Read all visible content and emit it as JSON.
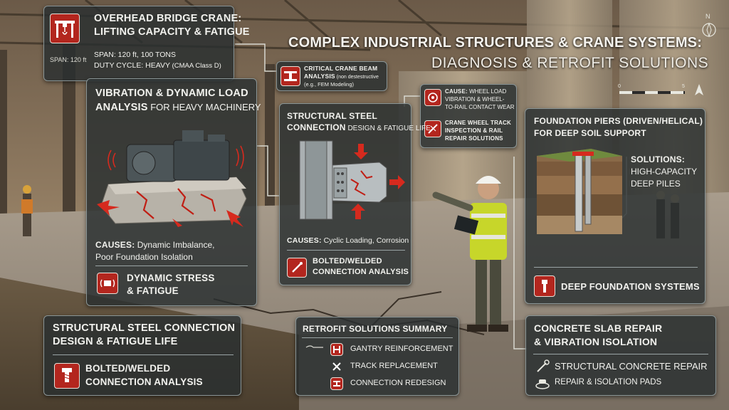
{
  "title": {
    "line1": "COMPLEX INDUSTRIAL STRUCTURES & CRANE SYSTEMS:",
    "line2": "DIAGNOSIS & RETROFIT SOLUTIONS"
  },
  "compass": {
    "north": "N"
  },
  "scale_bar": {
    "start": "0",
    "end": "5"
  },
  "crane_panel": {
    "title_line1": "OVERHEAD BRIDGE CRANE:",
    "title_line2": "LIFTING CAPACITY & FATIGUE",
    "span_label": "SPAN: 120 ft",
    "spec_line1": "SPAN: 120 ft, 100 TONS",
    "spec_line2_bold": "DUTY CYCLE: HEAVY",
    "spec_line2_rest": " (CMAA Class D)"
  },
  "crane_beam_panel": {
    "title_line1": "CRITICAL CRANE BEAM",
    "title_line2": "ANALYSIS",
    "note1": " (non destestructive",
    "note2": "(e.g., FEM Modeling)"
  },
  "wheel_panel": {
    "cause_label": "CAUSE:",
    "cause_text1": " WHEEL LOAD",
    "cause_text2": "VIBRATION & WHEEL-",
    "cause_text3": "TO-RAIL CONTACT WEAR",
    "solution_line1": "CRANE WHEEL TRACK",
    "solution_line2": "INSPECTION & RAIL",
    "solution_line3": "REPAIR SOLUTIONS"
  },
  "vibration_panel": {
    "title_line1": "VIBRATION & DYNAMIC LOAD",
    "title_line2_bold": "ANALYSIS",
    "title_line2_rest": " FOR HEAVY MACHINERY",
    "causes_label": "CAUSES:",
    "causes_text1": " Dynamic Imbalance,",
    "causes_text2": "Poor Foundation Isolation",
    "result_line1": "DYNAMIC STRESS",
    "result_line2": "& FATIGUE"
  },
  "connection_panel": {
    "title_line1": "STRUCTURAL STEEL",
    "title_line2_bold": "CONNECTION",
    "title_line2_rest": " DESIGN & FATIGUE LIFE",
    "causes_label": "CAUSES:",
    "causes_text": " Cyclic Loading, Corrosion",
    "result_line1": "BOLTED/WELDED",
    "result_line2": "CONNECTION ANALYSIS"
  },
  "foundation_panel": {
    "title_line1": "FOUNDATION PIERS (DRIVEN/HELICAL)",
    "title_line2": "FOR DEEP SOIL SUPPORT",
    "solutions_label": "SOLUTIONS:",
    "solutions_line1": "HIGH-CAPACITY",
    "solutions_line2": "DEEP PILES",
    "result": "DEEP FOUNDATION SYSTEMS"
  },
  "steel_panel_bottom": {
    "title_line1": "STRUCTURAL STEEL CONNECTION",
    "title_line2": "DESIGN & FATIGUE LIFE",
    "result_line1": "BOLTED/WELDED",
    "result_line2": "CONNECTION ANALYSIS"
  },
  "retrofit_panel": {
    "title": "RETROFIT SOLUTIONS SUMMARY",
    "items": [
      "GANTRY REINFORCEMENT",
      "TRACK REPLACEMENT",
      "CONNECTION REDESIGN"
    ]
  },
  "slab_panel": {
    "title_line1": "CONCRETE SLAB REPAIR",
    "title_line2": "& VIBRATION ISOLATION",
    "item1": "STRUCTURAL CONCRETE REPAIR",
    "item2": "REPAIR & ISOLATION PADS"
  },
  "colors": {
    "accent_red": "#b3261e",
    "panel_bg": "#282e30",
    "panel_border": "#8a9596",
    "text": "#f2f2ee"
  }
}
